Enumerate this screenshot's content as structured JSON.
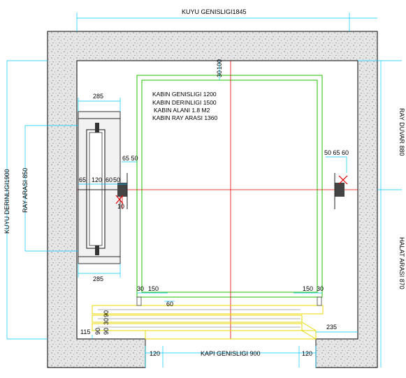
{
  "dims": {
    "shaft_width": "KUYU GENISLIGI1845",
    "shaft_depth": "KUYU DERINLIGI1900",
    "rail_distance_left": "RAY ARASI 850",
    "rail_wall": "RAY DUVAR 880",
    "counterweight_rail": "HALAT ARASI 870",
    "door_width": "KAPI GENISLIGI 900",
    "cw_top_width": "285",
    "cw_bottom_width": "285",
    "top_gap_30": "30",
    "top_gap_100": "100",
    "left_65_50": "65 50",
    "right_50_65_60": "50 65 60",
    "rail_65": "65",
    "rail_120": "120",
    "rail_60": "60",
    "rail_50": "50",
    "rail_10": "10",
    "bottom_left_30": "30",
    "bottom_left_150": "150",
    "bottom_right_150": "150",
    "bottom_right_30": "30",
    "sill_60": "60",
    "sill_90": "90",
    "sill_30": "30",
    "sill_90b": "90",
    "sill_90c": "90",
    "sill_115": "115",
    "sill_235": "235",
    "door_left_120": "120",
    "door_right_120": "120"
  },
  "cabin_notes": [
    "KABIN GENISLIGI 1200",
    "KABIN DERINLIGI 1500",
    "KABIN ALANI 1.8 M2",
    "KABIN RAY ARASI 1360"
  ]
}
